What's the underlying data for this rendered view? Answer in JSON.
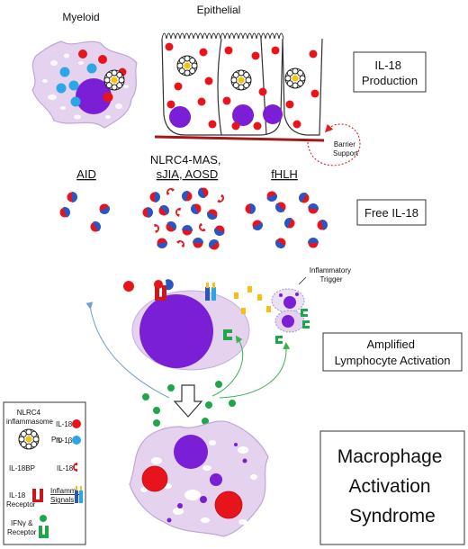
{
  "labels": {
    "myeloid": "Myeloid",
    "epithelial": "Epithelial",
    "il18_production": [
      "IL-18",
      "Production"
    ],
    "barrier_support": [
      "Barrier",
      "Support"
    ],
    "aid": "AID",
    "nlrc4": [
      "NLRC4-MAS,",
      "sJIA, AOSD"
    ],
    "fhlh": "fHLH",
    "free_il18": "Free IL-18",
    "inflammatory_trigger": [
      "Inflammatory",
      "Trigger"
    ],
    "amplified": [
      "Amplified",
      "Lymphocyte Activation"
    ],
    "mas": [
      "Macrophage",
      "Activation",
      "Syndrome"
    ]
  },
  "legend": {
    "inflammasome": [
      "NLRC4",
      "inflammasome"
    ],
    "pro": "Pro",
    "il18": "IL-18",
    "il1b": "IL-1β",
    "il18bp": "IL-18BP",
    "il18_mature": "IL-18",
    "il18_receptor": [
      "IL-18",
      "Receptor"
    ],
    "inflamm_signals": [
      "Inflamm.",
      "Signals"
    ],
    "ifng": [
      "IFNγ &",
      "Receptor"
    ]
  },
  "colors": {
    "red": "#e8141c",
    "blue": "#2a55c4",
    "cyan": "#2ba6e6",
    "purple": "#7a1fd6",
    "cell": "#e4d2ee",
    "green": "#1fa64a",
    "yellow": "#f5c010",
    "barrier": "#a01818"
  }
}
